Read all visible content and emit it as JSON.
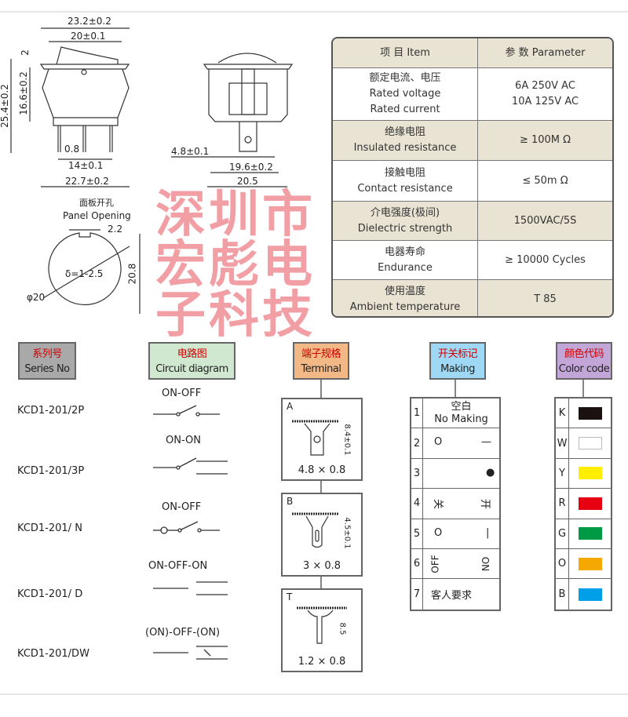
{
  "dimensions": {
    "front": [
      "23.2±0.2",
      "20±0.1",
      "2",
      "25.4±0.2",
      "16.6±0.2",
      "0.8",
      "14±0.1",
      "22.7±0.2"
    ],
    "side": [
      "4.8±0.1",
      "19.6±0.2",
      "20.5"
    ],
    "panel": {
      "title_zh": "面板开孔",
      "title_en": "Panel Opening",
      "notch": "2.2",
      "thickness": "δ=1-2.5",
      "height": "20.8",
      "diameter": "φ20"
    }
  },
  "spec_table": {
    "header": {
      "item": "项 目  Item",
      "param": "参 数  Parameter"
    },
    "rows": [
      {
        "zh": "额定电流、电压",
        "en": "Rated voltage",
        "en2": "Rated current",
        "v1": "6A   250V AC",
        "v2": "10A 125V AC"
      },
      {
        "zh": "绝缘电阻",
        "en": "Insulated resistance",
        "v1": "≥ 100M Ω"
      },
      {
        "zh": "接触电阻",
        "en": "Contact resistance",
        "v1": "≤ 50m Ω"
      },
      {
        "zh": "介电强度(极间)",
        "en": "Dielectric strength",
        "v1": "1500VAC/5S"
      },
      {
        "zh": "电器寿命",
        "en": "Endurance",
        "v1": "≥ 10000 Cycles"
      },
      {
        "zh": "使用温度",
        "en": "Ambient temperature",
        "v1": "T 85"
      }
    ]
  },
  "watermark": "深圳市宏彪电子科技",
  "headers": [
    {
      "zh": "系列号",
      "en": "Series No",
      "color": "#a9a9a9"
    },
    {
      "zh": "电路图",
      "en": "Circuit diagram",
      "color": "#cfe8cf"
    },
    {
      "zh": "端子规格",
      "en": "Terminal",
      "color": "#f2b886"
    },
    {
      "zh": "开关标记",
      "en": "Making",
      "color": "#9fd8f5"
    },
    {
      "zh": "颜色代码",
      "en": "Color code",
      "color": "#c3a6d8"
    }
  ],
  "series": [
    "KCD1-201/2P",
    "KCD1-201/3P",
    "KCD1-201/ N",
    "KCD1-201/ D",
    "KCD1-201/DW"
  ],
  "circuits": [
    "ON-OFF",
    "ON-ON",
    "ON-OFF",
    "ON-OFF-ON",
    "(ON)-OFF-(ON)"
  ],
  "terminals": [
    {
      "letter": "A",
      "dim": "8.4±0.1",
      "size": "4.8 × 0.8"
    },
    {
      "letter": "B",
      "dim": "4.5±0.1",
      "size": "3 × 0.8"
    },
    {
      "letter": "T",
      "dim": "8.5",
      "size": "1.2 × 0.8"
    }
  ],
  "making": [
    {
      "n": "1",
      "zh": "空白",
      "en": "No Making"
    },
    {
      "n": "2",
      "l": "O",
      "r": "—"
    },
    {
      "n": "3",
      "r": "●"
    },
    {
      "n": "4",
      "l": "关",
      "r": "开"
    },
    {
      "n": "5",
      "l": "O",
      "r": "|"
    },
    {
      "n": "6",
      "l": "OFF",
      "r": "ON"
    },
    {
      "n": "7",
      "zh": "客人要求"
    }
  ],
  "colors": [
    {
      "code": "K",
      "hex": "#1a1111"
    },
    {
      "code": "W",
      "hex": "#ffffff"
    },
    {
      "code": "Y",
      "hex": "#ffee00"
    },
    {
      "code": "R",
      "hex": "#e60012"
    },
    {
      "code": "G",
      "hex": "#009944"
    },
    {
      "code": "O",
      "hex": "#f5a800"
    },
    {
      "code": "B",
      "hex": "#00a0e9"
    }
  ]
}
